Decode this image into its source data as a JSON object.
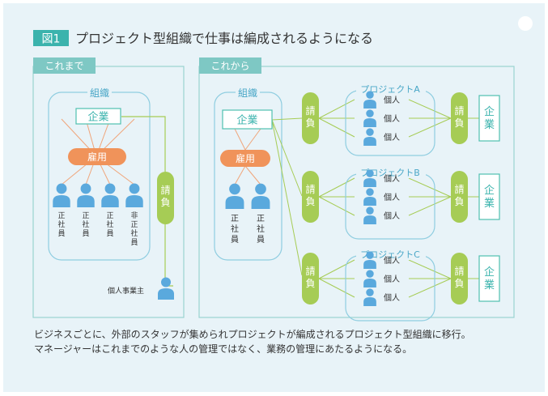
{
  "figure": {
    "label": "図1",
    "title": "プロジェクト型組織で仕事は編成されるようになる",
    "caption_lines": [
      "ビジネスごとに、外部のスタッフが集められプロジェクトが編成されるプロジェクト型組織に移行。",
      "マネージャーはこれまでのような人の管理ではなく、業務の管理にあたるようになる。"
    ]
  },
  "left": {
    "header": "これまで",
    "org_label": "組織",
    "company": "企業",
    "employment": "雇用",
    "contract": "請負",
    "members": [
      "正社員",
      "正社員",
      "正社員",
      "非正社員"
    ],
    "freelancer": "個人事業主"
  },
  "right": {
    "header": "これから",
    "org_label": "組織",
    "company": "企業",
    "employment": "雇用",
    "employees": [
      "正社員",
      "正社員"
    ],
    "projects": [
      {
        "name": "プロジェクトA",
        "members": [
          "個人",
          "個人",
          "個人"
        ],
        "contract_in": "請負",
        "contract_out": "請負",
        "partner": "企業"
      },
      {
        "name": "プロジェクトB",
        "members": [
          "個人",
          "個人",
          "個人"
        ],
        "contract_in": "請負",
        "contract_out": "請負",
        "partner": "企業"
      },
      {
        "name": "プロジェクトC",
        "members": [
          "個人",
          "個人",
          "個人"
        ],
        "contract_in": "請負",
        "contract_out": "請負",
        "partner": "企業"
      }
    ]
  },
  "colors": {
    "teal": "#3bb3ad",
    "green": "#a6cc55",
    "orange": "#f0935a",
    "person": "#5aa9dd",
    "panel": "#e8f3f8"
  }
}
